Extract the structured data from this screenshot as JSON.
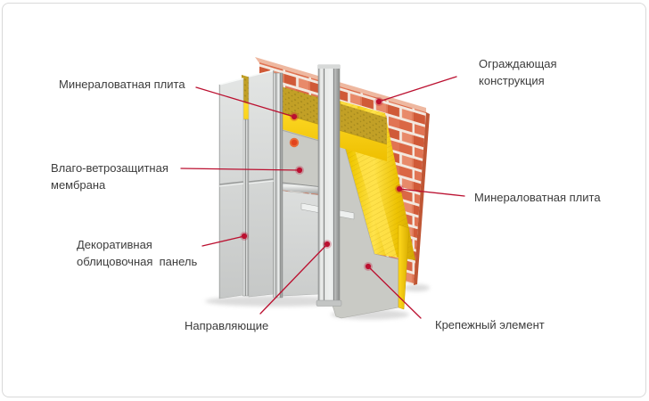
{
  "colors": {
    "background": "#ffffff",
    "frame": "#d9d9d9",
    "label_text": "#3c3c3c",
    "leader": "#bb1030",
    "brick": "#da6745",
    "brick_mortar": "#f3e8df",
    "brick_top": "#eeb8a0",
    "insulation": "#f5c900",
    "insulation_dark": "#c2a026",
    "membrane": "#c9cac5",
    "panel": "#d6d8d7",
    "fastener": "#ee5a1f"
  },
  "labels": {
    "mineral_wool_left": {
      "lines": [
        "Минераловатная плита"
      ]
    },
    "membrane": {
      "lines": [
        "Влаго-ветрозащитная",
        "мембрана"
      ]
    },
    "decorative_panel": {
      "lines": [
        "Декоративная",
        "облицовочная  панель"
      ]
    },
    "rails": {
      "lines": [
        "Направляющие"
      ]
    },
    "enclosing_structure": {
      "lines": [
        "Ограждающая",
        "конструкция"
      ]
    },
    "mineral_wool_right": {
      "lines": [
        "Минераловатная плита"
      ]
    },
    "fastener": {
      "lines": [
        "Крепежный элемент"
      ]
    }
  }
}
